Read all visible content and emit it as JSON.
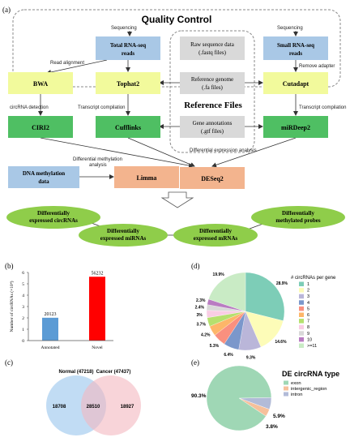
{
  "panel_a": {
    "label": "(a)",
    "quality_control": "Quality Control",
    "reference_files": "Reference Files",
    "boxes": {
      "total_rna_line1": "Total RNA-seq",
      "total_rna_line2": "reads",
      "small_rna_line1": "Small RNA-seq",
      "small_rna_line2": "reads",
      "raw_line1": "Raw sequence data",
      "raw_line2": "(.fastq files)",
      "ref_line1": "Reference genome",
      "ref_line2": "(.fa files)",
      "gene_line1": "Gene annotations",
      "gene_line2": "(.gtf files)",
      "bwa": "BWA",
      "tophat2": "Tophat2",
      "cutadapt": "Cutadapt",
      "ciri2": "CIRI2",
      "cufflinks": "Cufflinks",
      "mirdeep2": "miRDeep2",
      "dna_line1": "DNA methylation",
      "dna_line2": "data",
      "limma": "Limma",
      "deseq2": "DESeq2"
    },
    "arrow_labels": {
      "seq_left": "Sequencing",
      "seq_right": "Sequencing",
      "read_alignment": "Read alignment",
      "remove_adapter": "Remove adapter",
      "circrna_detection": "circRNA detection",
      "transcript_compilation_left": "Transcript compilation",
      "transcript_compilation_right": "Transcript compilation",
      "diff_expression": "Differential expression analysis",
      "diff_methylation_line1": "Differential methylation",
      "diff_methylation_line2": "analysis"
    },
    "ellipses": {
      "e1_line1": "Differentially",
      "e1_line2": "expressed circRNAs",
      "e2_line1": "Differentially",
      "e2_line2": "expressed miRNAs",
      "e3_line1": "Differentially",
      "e3_line2": "expressed mRNAs",
      "e4_line1": "Differentially",
      "e4_line2": "methylated probes"
    },
    "colors": {
      "blue": "#a9c8e6",
      "gray": "#d9d9d9",
      "yellow": "#f2fa9c",
      "green_box": "#4fbf63",
      "orange": "#f3b48e",
      "ellipse": "#8fcd4a"
    }
  },
  "chart_data": [
    {
      "panel": "(b)",
      "type": "bar",
      "categories": [
        "Annotated",
        "Novel"
      ],
      "values": [
        20123,
        56232
      ],
      "value_labels": [
        "20123",
        "56232"
      ],
      "ylabel": "Number of circRNAs (×10⁴)",
      "ylim": [
        0,
        6
      ],
      "yticks": [
        "0",
        "1",
        "2",
        "3",
        "4",
        "5",
        "6"
      ],
      "colors": [
        "#5b9bd5",
        "#ff0000"
      ]
    },
    {
      "panel": "(d)",
      "type": "pie",
      "legend_title": "# circRNAs per gene",
      "labels": [
        "1",
        "2",
        "3",
        "4",
        "5",
        "6",
        "7",
        "8",
        "9",
        "10",
        ">=11"
      ],
      "values": [
        28.9,
        14.6,
        9.3,
        6.4,
        5.3,
        4.2,
        3.7,
        3.0,
        2.4,
        2.3,
        19.9
      ],
      "value_labels": [
        "28.9%",
        "14.6%",
        "9.3%",
        "6.4%",
        "5.3%",
        "4.2%",
        "3.7%",
        "3%",
        "2.4%",
        "2.3%",
        "19.9%"
      ],
      "colors": [
        "#7dcdb7",
        "#fdfcb8",
        "#bab6d9",
        "#7b97cb",
        "#f9907f",
        "#fdb669",
        "#b5e06e",
        "#f9cde4",
        "#d9d9d9",
        "#b97cc2",
        "#c9ebc5"
      ]
    },
    {
      "panel": "(c)",
      "type": "venn",
      "sets": [
        {
          "name": "Normal (47218)",
          "color": "#a7cdf0"
        },
        {
          "name": "Cancer (47437)",
          "color": "#f4b8bf"
        }
      ],
      "regions": {
        "only_left": "18708",
        "overlap": "28510",
        "only_right": "18927"
      }
    },
    {
      "panel": "(e)",
      "type": "pie",
      "title": "DE circRNA type",
      "labels": [
        "exon",
        "intergenic_region",
        "intron"
      ],
      "values": [
        90.3,
        3.8,
        5.9
      ],
      "value_labels": [
        "90.3%",
        "3.8%",
        "5.9%"
      ],
      "colors": [
        "#9fd7b5",
        "#f6c09b",
        "#b2bbd8"
      ]
    }
  ]
}
